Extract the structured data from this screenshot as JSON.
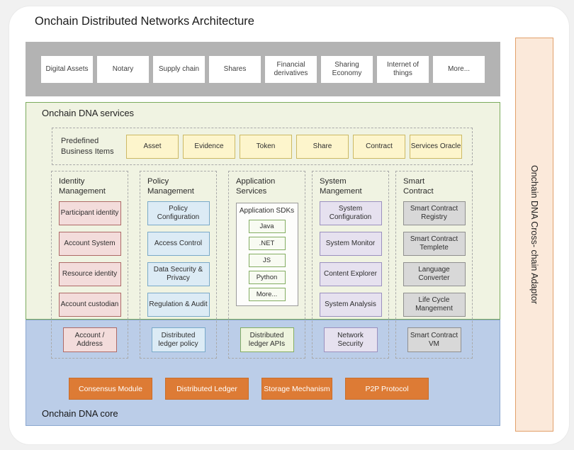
{
  "title": "Onchain Distributed Networks Architecture",
  "top_band": {
    "items": [
      "Digital Assets",
      "Notary",
      "Supply chain",
      "Shares",
      "Financial derivatives",
      "Sharing Economy",
      "Internet of things",
      "More..."
    ]
  },
  "services": {
    "label": "Onchain DNA services",
    "predefined": {
      "label": "Predefined Business Items",
      "items": [
        "Asset",
        "Evidence",
        "Token",
        "Share",
        "Contract",
        "Services Oracle"
      ]
    },
    "columns": [
      {
        "heading": "Identity Management",
        "items": [
          "Participant identity",
          "Account System",
          "Resource identity",
          "Account custodian"
        ],
        "core_item": "Account / Address"
      },
      {
        "heading": "Policy Management",
        "items": [
          "Policy Configuration",
          "Access Control",
          "Data Security & Privacy",
          "Regulation & Audit"
        ],
        "core_item": "Distributed ledger policy"
      },
      {
        "heading": "Application Services",
        "sdk_label": "Application SDKs",
        "items": [
          "Java",
          ".NET",
          "JS",
          "Python",
          "More..."
        ],
        "core_item": "Distributed ledger APIs"
      },
      {
        "heading": "System Mangement",
        "items": [
          "System Configuration",
          "System Monitor",
          "Content Explorer",
          "System Analysis"
        ],
        "core_item": "Network Security"
      },
      {
        "heading": "Smart Contract",
        "items": [
          "Smart Contract Registry",
          "Smart Contract Templete",
          "Language Converter",
          "Life Cycle Mangement"
        ],
        "core_item": "Smart Contract VM"
      }
    ]
  },
  "core": {
    "label": "Onchain DNA core",
    "modules": [
      "Consensus Module",
      "Distributed Ledger",
      "Storage Mechanism",
      "P2P Protocol"
    ]
  },
  "adaptor": {
    "label": "Onchain DNA Cross- chain Adaptor"
  },
  "colors": {
    "band_gray": "#b3b3b3",
    "services_bg": "#f0f3e2",
    "services_border": "#7bab5d",
    "core_bg": "#bbcde8",
    "core_border": "#8ba7cf",
    "module_orange": "#dd7b35",
    "adaptor_bg": "#fbe9da",
    "adaptor_border": "#e2a06a",
    "item_yellow": "#fdf5cc",
    "item_pink": "#f3dcdb",
    "item_blue": "#dcebf5",
    "item_green": "#eef4de",
    "item_purple": "#e6e1ef",
    "item_gray": "#d8d8d8"
  }
}
